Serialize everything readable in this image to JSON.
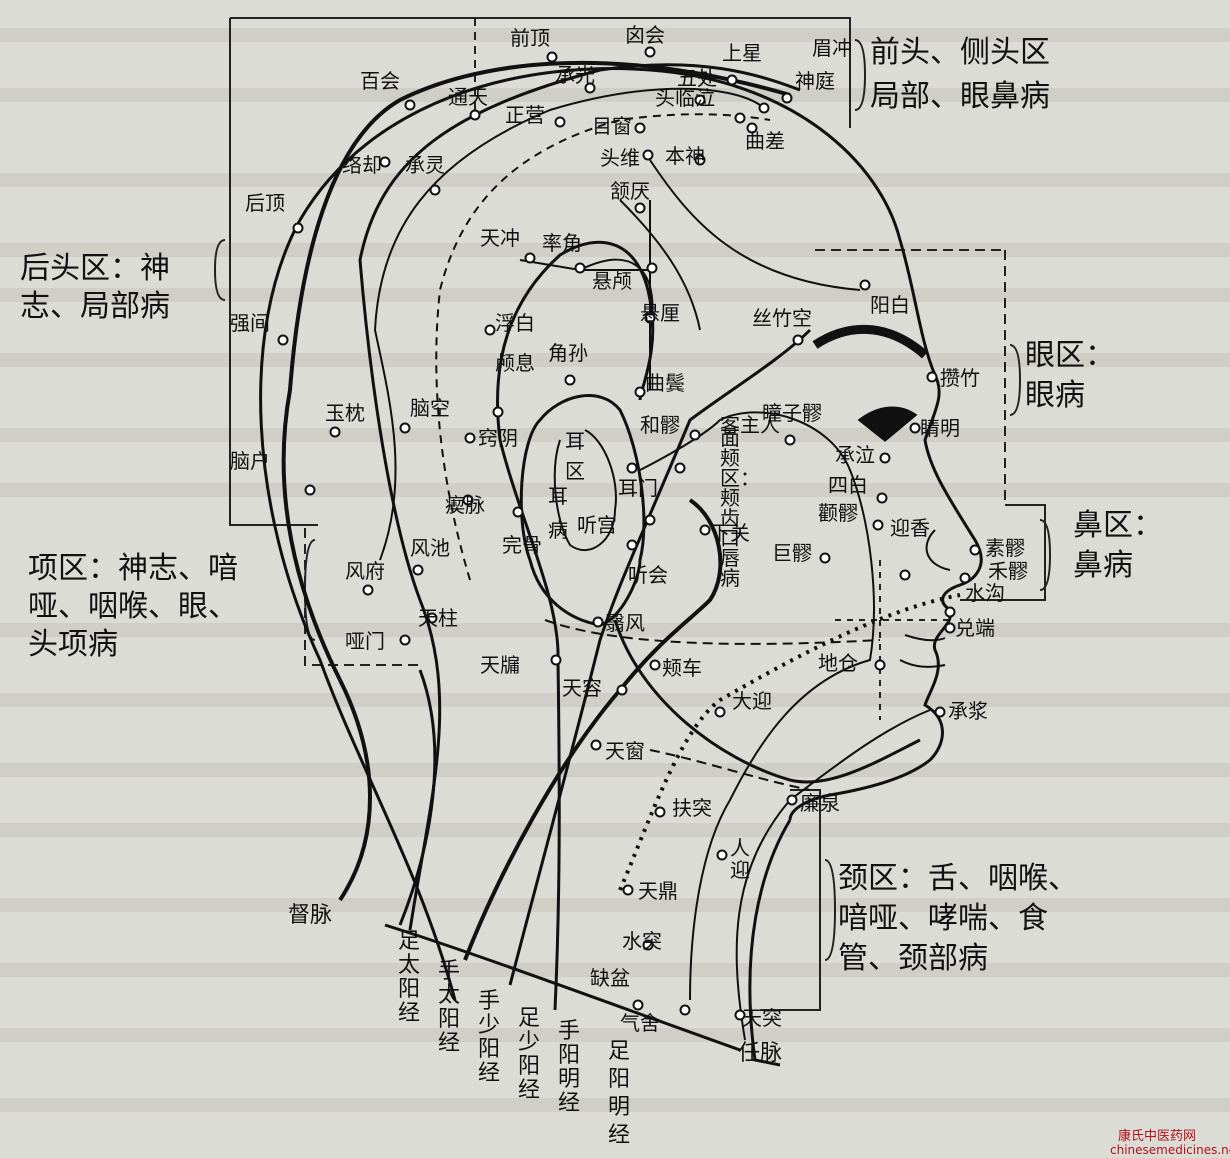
{
  "brand": {
    "name": "康氏中医药网",
    "url": "chinesemedicines.net"
  },
  "zones": [
    {
      "id": "front",
      "label": "前头、侧头区\n局部、眼鼻病"
    },
    {
      "id": "back",
      "label": "后头区：神\n志、局部病"
    },
    {
      "id": "neck-nape",
      "label": "项区：神志、喑\n哑、咽喉、眼、\n头项病"
    },
    {
      "id": "eye",
      "label": "眼区：\n眼病"
    },
    {
      "id": "nose",
      "label": "鼻区：\n鼻病"
    },
    {
      "id": "throat",
      "label": "颈区：舌、咽喉、\n喑哑、哮喘、食\n管、颈部病"
    },
    {
      "id": "ear",
      "label": "耳\n区"
    },
    {
      "id": "ear-disease",
      "label": "耳\n病"
    },
    {
      "id": "face",
      "label": "面\n颊\n区：\n颊\n齿\n口\n唇\n病"
    }
  ],
  "points": [
    {
      "id": "qianding",
      "label": "前顶"
    },
    {
      "id": "xinhui",
      "label": "囟会"
    },
    {
      "id": "shangxing",
      "label": "上星"
    },
    {
      "id": "meichong",
      "label": "眉冲"
    },
    {
      "id": "shenting",
      "label": "神庭"
    },
    {
      "id": "baihui",
      "label": "百会"
    },
    {
      "id": "tongtian",
      "label": "通天"
    },
    {
      "id": "chengguang",
      "label": "承光"
    },
    {
      "id": "wuchu",
      "label": "五处"
    },
    {
      "id": "zhengying",
      "label": "正营"
    },
    {
      "id": "muchuang",
      "label": "目窗"
    },
    {
      "id": "toulinqi",
      "label": "头临泣"
    },
    {
      "id": "qucha",
      "label": "曲差"
    },
    {
      "id": "luoque",
      "label": "络却"
    },
    {
      "id": "chengling",
      "label": "承灵"
    },
    {
      "id": "touwei",
      "label": "头维"
    },
    {
      "id": "benshen",
      "label": "本神"
    },
    {
      "id": "hanyan",
      "label": "颔厌"
    },
    {
      "id": "houding",
      "label": "后顶"
    },
    {
      "id": "tianchong",
      "label": "天冲"
    },
    {
      "id": "shuaigu",
      "label": "率角"
    },
    {
      "id": "xuanlu",
      "label": "悬颅"
    },
    {
      "id": "xuanli",
      "label": "悬厘"
    },
    {
      "id": "yangbai",
      "label": "阳白"
    },
    {
      "id": "qiangjian",
      "label": "强间"
    },
    {
      "id": "fubai",
      "label": "浮白"
    },
    {
      "id": "sizhukong",
      "label": "丝竹空"
    },
    {
      "id": "luxi",
      "label": "颅息"
    },
    {
      "id": "jiaosun",
      "label": "角孙"
    },
    {
      "id": "qubin",
      "label": "曲鬓"
    },
    {
      "id": "cuanzhu",
      "label": "攒竹"
    },
    {
      "id": "yuzhen",
      "label": "玉枕"
    },
    {
      "id": "naokong",
      "label": "脑空"
    },
    {
      "id": "qiaoyin",
      "label": "窍阴"
    },
    {
      "id": "heliao",
      "label": "和髎"
    },
    {
      "id": "kezhuren",
      "label": "客主人"
    },
    {
      "id": "tongziliao",
      "label": "瞳子髎"
    },
    {
      "id": "jingming",
      "label": "睛明"
    },
    {
      "id": "naohu",
      "label": "脑户"
    },
    {
      "id": "ermen",
      "label": "耳门"
    },
    {
      "id": "chengqi",
      "label": "承泣"
    },
    {
      "id": "sibai",
      "label": "四白"
    },
    {
      "id": "quanliao",
      "label": "颧髎"
    },
    {
      "id": "chimai",
      "label": "瘈脉"
    },
    {
      "id": "tinggong",
      "label": "听宫"
    },
    {
      "id": "yingxiang",
      "label": "迎香"
    },
    {
      "id": "suliao",
      "label": "素髎"
    },
    {
      "id": "wangu",
      "label": "完骨"
    },
    {
      "id": "tinghui",
      "label": "听会"
    },
    {
      "id": "xiaguan",
      "label": "下关"
    },
    {
      "id": "heliao2",
      "label": "禾髎"
    },
    {
      "id": "fengfu",
      "label": "风府"
    },
    {
      "id": "fengchi",
      "label": "风池"
    },
    {
      "id": "juliao",
      "label": "巨髎"
    },
    {
      "id": "shuigou",
      "label": "水沟"
    },
    {
      "id": "tianzhu",
      "label": "天柱"
    },
    {
      "id": "duiduan",
      "label": "兑端"
    },
    {
      "id": "yamen",
      "label": "哑门"
    },
    {
      "id": "yifeng",
      "label": "翳风"
    },
    {
      "id": "dicang",
      "label": "地仓"
    },
    {
      "id": "tianyou",
      "label": "天牖"
    },
    {
      "id": "jiache",
      "label": "颊车"
    },
    {
      "id": "tianrong",
      "label": "天容"
    },
    {
      "id": "daying",
      "label": "大迎"
    },
    {
      "id": "chengjiang",
      "label": "承浆"
    },
    {
      "id": "tianchuang",
      "label": "天窗"
    },
    {
      "id": "lianquan",
      "label": "廉泉"
    },
    {
      "id": "futu",
      "label": "扶突"
    },
    {
      "id": "renying",
      "label": "人\n迎"
    },
    {
      "id": "tianding",
      "label": "天鼎"
    },
    {
      "id": "shuitu",
      "label": "水突"
    },
    {
      "id": "quepen",
      "label": "缺盆"
    },
    {
      "id": "qishe",
      "label": "气舍"
    },
    {
      "id": "tiantu",
      "label": "天突"
    }
  ],
  "meridians": [
    {
      "id": "dumai",
      "label": "督脉"
    },
    {
      "id": "zutaiyang",
      "label": "足\n太\n阳\n经"
    },
    {
      "id": "shoutaiyang",
      "label": "手\n太\n阳\n经"
    },
    {
      "id": "shoushaoyang",
      "label": "手\n少\n阳\n经"
    },
    {
      "id": "zushaoyang",
      "label": "足\n少\n阳\n经"
    },
    {
      "id": "shouyangming",
      "label": "手\n阳\n明\n经"
    },
    {
      "id": "zuyangming",
      "label": "足\n阳\n明\n经"
    },
    {
      "id": "renmai",
      "label": "任脉"
    }
  ]
}
